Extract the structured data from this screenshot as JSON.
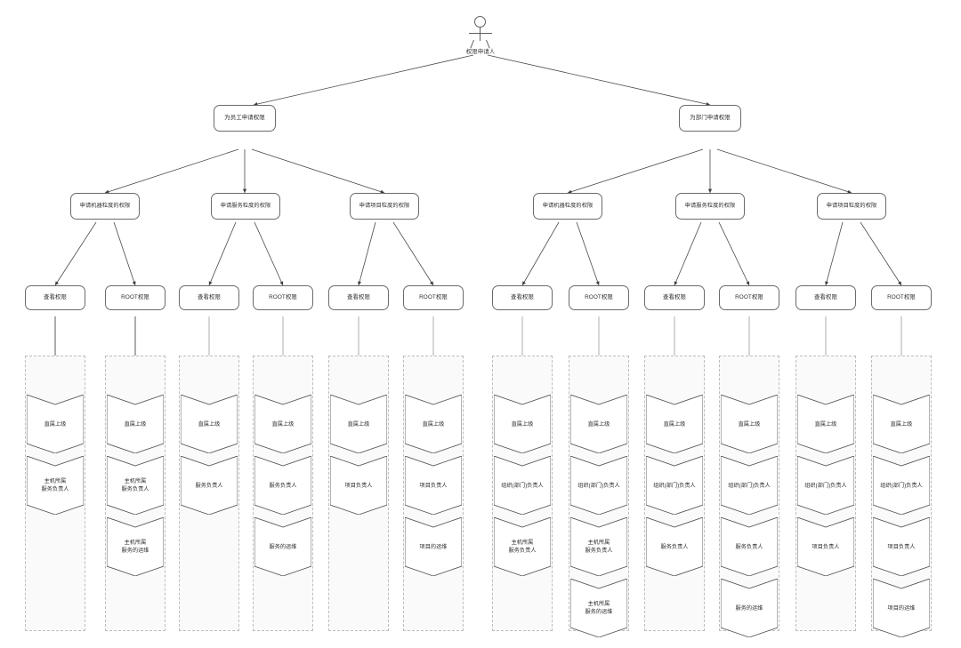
{
  "diagram": {
    "title_node": "权限申请人",
    "colors": {
      "node_border": "#6b6b6b",
      "lane_border": "#bdbdbd",
      "lane_fill": "#fafafa",
      "edge": "#4a4a4a",
      "text": "#2f2f2f"
    },
    "level2": [
      {
        "id": "emp",
        "label": "为员工申请权限"
      },
      {
        "id": "dept",
        "label": "为部门申请权限"
      }
    ],
    "level3": [
      {
        "id": "emp-host",
        "parent": "emp",
        "label": "申请机器粒度的权限"
      },
      {
        "id": "emp-svc",
        "parent": "emp",
        "label": "申请服务粒度的权限"
      },
      {
        "id": "emp-proj",
        "parent": "emp",
        "label": "申请项目粒度的权限"
      },
      {
        "id": "dept-host",
        "parent": "dept",
        "label": "申请机器粒度的权限"
      },
      {
        "id": "dept-svc",
        "parent": "dept",
        "label": "申请服务粒度的权限"
      },
      {
        "id": "dept-proj",
        "parent": "dept",
        "label": "申请项目粒度的权限"
      }
    ],
    "level4_view_label": "查看权限",
    "level4_root_label": "ROOT权限",
    "columns": [
      {
        "index": 1,
        "permission": "查看权限",
        "approvers": [
          "直属上级",
          "主机所属\n服务负责人"
        ]
      },
      {
        "index": 2,
        "permission": "ROOT权限",
        "approvers": [
          "直属上级",
          "主机所属\n服务负责人",
          "主机所属\n服务的运维"
        ]
      },
      {
        "index": 3,
        "permission": "查看权限",
        "approvers": [
          "直属上级",
          "服务负责人"
        ]
      },
      {
        "index": 4,
        "permission": "ROOT权限",
        "approvers": [
          "直属上级",
          "服务负责人",
          "服务的运维"
        ]
      },
      {
        "index": 5,
        "permission": "查看权限",
        "approvers": [
          "直属上级",
          "项目负责人"
        ]
      },
      {
        "index": 6,
        "permission": "ROOT权限",
        "approvers": [
          "直属上级",
          "项目负责人",
          "项目的运维"
        ]
      },
      {
        "index": 7,
        "permission": "查看权限",
        "approvers": [
          "直属上级",
          "组织(部门)负责人",
          "主机所属\n服务负责人"
        ]
      },
      {
        "index": 8,
        "permission": "ROOT权限",
        "approvers": [
          "直属上级",
          "组织(部门)负责人",
          "主机所属\n服务负责人",
          "主机所属\n服务的运维"
        ]
      },
      {
        "index": 9,
        "permission": "查看权限",
        "approvers": [
          "直属上级",
          "组织(部门)负责人",
          "服务负责人"
        ]
      },
      {
        "index": 10,
        "permission": "ROOT权限",
        "approvers": [
          "直属上级",
          "组织(部门)负责人",
          "服务负责人",
          "服务的运维"
        ]
      },
      {
        "index": 11,
        "permission": "查看权限",
        "approvers": [
          "直属上级",
          "组织(部门)负责人",
          "项目负责人"
        ]
      },
      {
        "index": 12,
        "permission": "ROOT权限",
        "approvers": [
          "直属上级",
          "组织(部门)负责人",
          "项目负责人",
          "项目的运维"
        ]
      }
    ]
  }
}
